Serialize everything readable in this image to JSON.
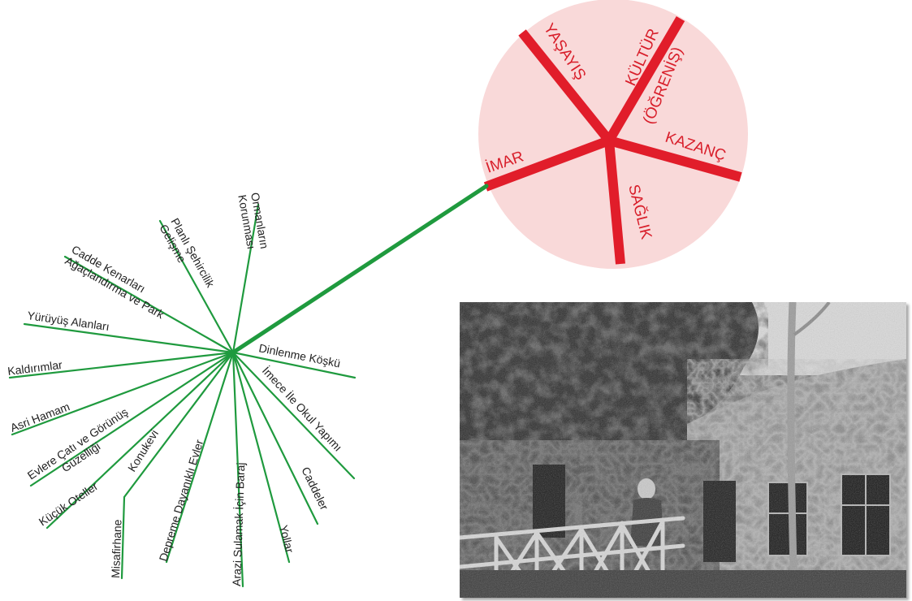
{
  "colors": {
    "branch": "#1f9a3e",
    "connector": "#1f9a3e",
    "category_line": "#e11d2a",
    "category_text": "#d81e2a",
    "circle_fill": "#f9d9d9",
    "branch_text": "#222222"
  },
  "hub": {
    "categories": [
      {
        "id": "yasayis",
        "label": "YAŞAYIŞ"
      },
      {
        "id": "kultur",
        "label": "KÜLTÜR"
      },
      {
        "id": "ogrenis",
        "label": "(ÖĞRENİŞ)"
      },
      {
        "id": "kazanc",
        "label": "KAZANÇ"
      },
      {
        "id": "saglik",
        "label": "SAĞLIK"
      },
      {
        "id": "imar",
        "label": "İMAR"
      }
    ]
  },
  "imar_branches": [
    {
      "id": "ormanlarin-korunmasi",
      "lines": [
        "Ormanların",
        "Korunması"
      ]
    },
    {
      "id": "planli-sehircilik",
      "lines": [
        "Planlı Şehircilik",
        "Gelişme"
      ]
    },
    {
      "id": "cadde-kenarlari",
      "lines": [
        "Cadde Kenarları",
        "Ağaçlandırma ve Park"
      ]
    },
    {
      "id": "yuruyus-alanlari",
      "lines": [
        "Yürüyüş Alanları"
      ]
    },
    {
      "id": "kaldirimlar",
      "lines": [
        "Kaldırımlar"
      ]
    },
    {
      "id": "asri-hamam",
      "lines": [
        "Asri Hamam"
      ]
    },
    {
      "id": "evlere-cati",
      "lines": [
        "Evlere Çatı ve Görünüş",
        "Güzelliği"
      ]
    },
    {
      "id": "kucuk-oteller",
      "lines": [
        "Küçük Oteller"
      ]
    },
    {
      "id": "konukevi",
      "lines": [
        "Konukevi"
      ]
    },
    {
      "id": "misafirhane",
      "lines": [
        "Misafirhane"
      ]
    },
    {
      "id": "deprem-evler",
      "lines": [
        "Depreme Dayanıklı Evler"
      ]
    },
    {
      "id": "arazi-sulamak",
      "lines": [
        "Arazi Sulamak İçin Baraj"
      ]
    },
    {
      "id": "yollar",
      "lines": [
        "Yollar"
      ]
    },
    {
      "id": "caddeler",
      "lines": [
        "Caddeler"
      ]
    },
    {
      "id": "imece-okul",
      "lines": [
        "İmece İle Okul Yapımı"
      ]
    },
    {
      "id": "dinlenme-koskusu",
      "lines": [
        "Dinlenme Köşkü"
      ]
    }
  ],
  "photo": {
    "description_icon": "historic-photo-icon"
  }
}
